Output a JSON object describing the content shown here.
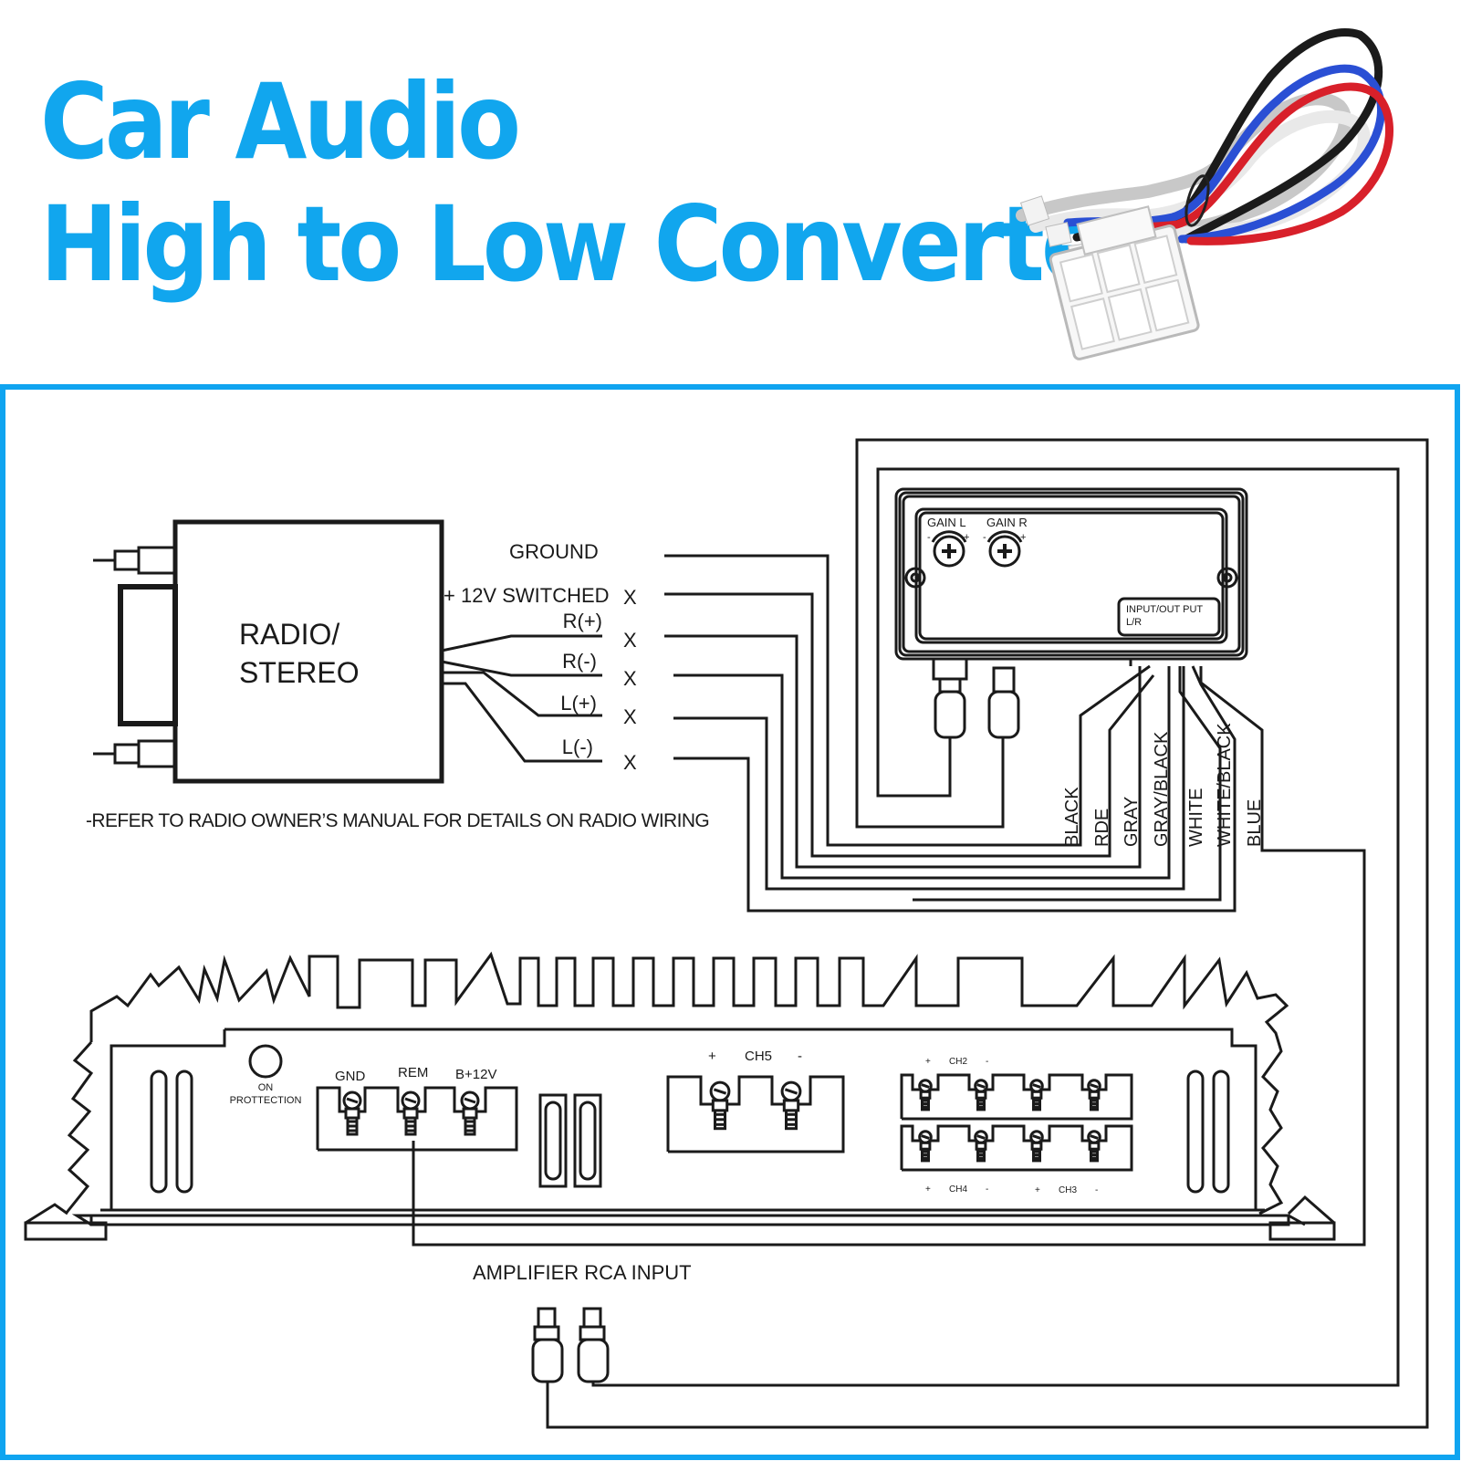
{
  "header": {
    "title_line1": "Car Audio",
    "title_line2": "High to Low Converter"
  },
  "colors": {
    "title": "#11A6EE",
    "frame": "#0FA4F0",
    "line": "#1a1a1a",
    "wire_black": "#1b1b1b",
    "wire_blue": "#2a4fd4",
    "wire_red": "#d8202a",
    "wire_white": "#e9e9e9",
    "wire_gray": "#c8c8c8"
  },
  "product_image": {
    "icon": "wire-harness-connector-icon"
  },
  "radio": {
    "label_line1": "RADIO/",
    "label_line2": "STEREO",
    "note": "-REFER TO RADIO OWNER’S MANUAL FOR DETAILS ON RADIO WIRING"
  },
  "radio_outputs": [
    {
      "label": "GROUND",
      "mark": ""
    },
    {
      "label": "+ 12V SWITCHED",
      "mark": "X"
    },
    {
      "label": "R(+)",
      "mark": "X"
    },
    {
      "label": "R(-)",
      "mark": "X"
    },
    {
      "label": "L(+)",
      "mark": "X"
    },
    {
      "label": "L(-)",
      "mark": "X"
    }
  ],
  "converter": {
    "gain_l": "GAIN L",
    "gain_r": "GAIN R",
    "io_line1": "INPUT/OUT PUT",
    "io_line2": "L/R",
    "minus": "-",
    "plus": "+"
  },
  "wires": [
    "BLACK",
    "RDE",
    "GRAY",
    "GRAY/BLACK",
    "WHITE",
    "WHITE/BLACK",
    "BLUE"
  ],
  "amplifier": {
    "power_terminals": [
      "GND",
      "REM",
      "B+12V"
    ],
    "led_line1": "ON",
    "led_line2": "PROTTECTION",
    "ch5": {
      "plus": "+",
      "label": "CH5",
      "minus": "-"
    },
    "ch2": {
      "plus": "+",
      "label": "CH2",
      "minus": "-"
    },
    "ch4": {
      "plus": "+",
      "label": "CH4",
      "minus": "-"
    },
    "ch3": {
      "plus": "+",
      "label": "CH3",
      "minus": "-"
    },
    "rca_label": "AMPLIFIER RCA INPUT"
  }
}
